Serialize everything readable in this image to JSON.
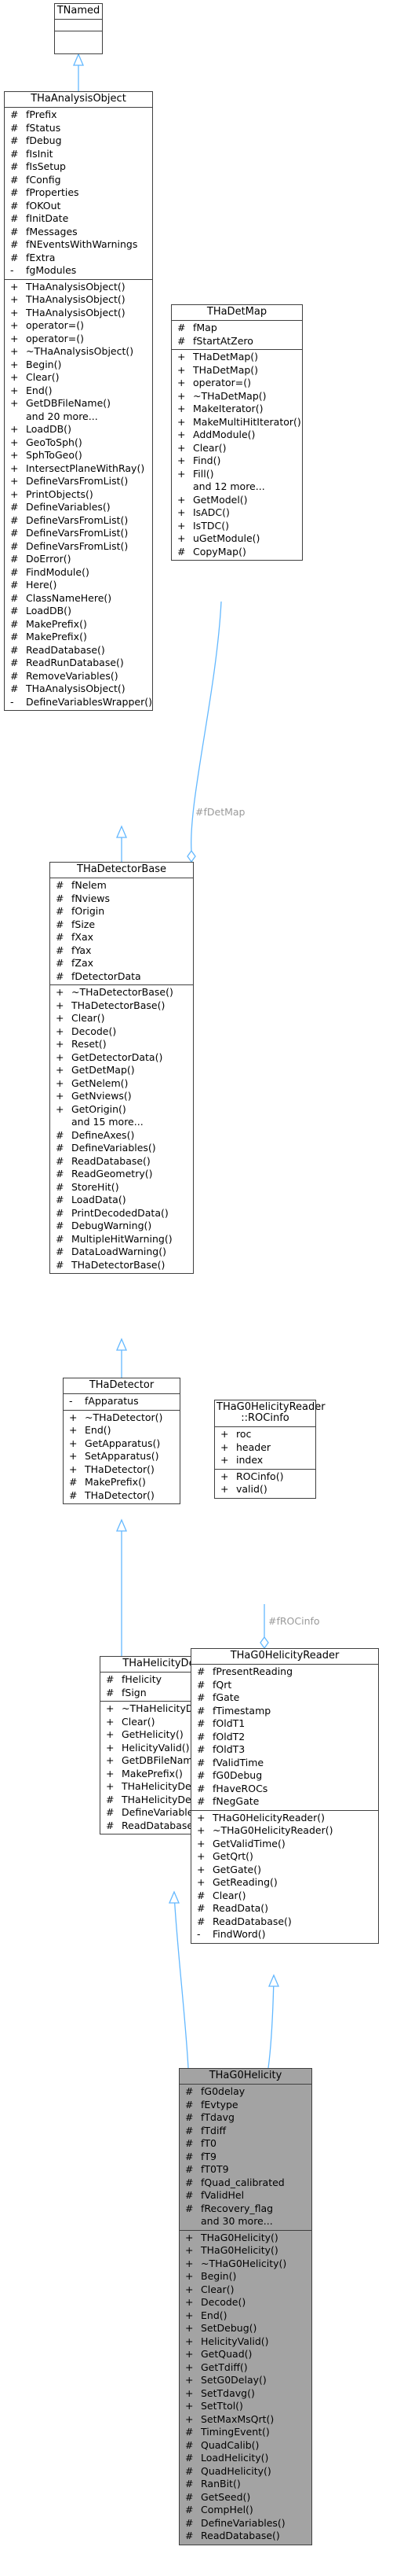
{
  "diagram": {
    "classes": {
      "tnamed": {
        "title": "TNamed",
        "attributes": [],
        "methods": []
      },
      "thaanalysisobject": {
        "title": "THaAnalysisObject",
        "attributes": [
          [
            "#",
            "fPrefix"
          ],
          [
            "#",
            "fStatus"
          ],
          [
            "#",
            "fDebug"
          ],
          [
            "#",
            "fIsInit"
          ],
          [
            "#",
            "fIsSetup"
          ],
          [
            "#",
            "fConfig"
          ],
          [
            "#",
            "fProperties"
          ],
          [
            "#",
            "fOKOut"
          ],
          [
            "#",
            "fInitDate"
          ],
          [
            "#",
            "fMessages"
          ],
          [
            "#",
            "fNEventsWithWarnings"
          ],
          [
            "#",
            "fExtra"
          ],
          [
            "-",
            "fgModules"
          ]
        ],
        "methods": [
          [
            "+",
            "THaAnalysisObject()"
          ],
          [
            "+",
            "THaAnalysisObject()"
          ],
          [
            "+",
            "THaAnalysisObject()"
          ],
          [
            "+",
            "operator=()"
          ],
          [
            "+",
            "operator=()"
          ],
          [
            "+",
            "~THaAnalysisObject()"
          ],
          [
            "+",
            "Begin()"
          ],
          [
            "+",
            "Clear()"
          ],
          [
            "+",
            "End()"
          ],
          [
            "+",
            "GetDBFileName()"
          ],
          [
            "",
            "and 20 more..."
          ],
          [
            "+",
            "LoadDB()"
          ],
          [
            "+",
            "GeoToSph()"
          ],
          [
            "+",
            "SphToGeo()"
          ],
          [
            "+",
            "IntersectPlaneWithRay()"
          ],
          [
            "+",
            "DefineVarsFromList()"
          ],
          [
            "+",
            "PrintObjects()"
          ],
          [
            "#",
            "DefineVariables()"
          ],
          [
            "#",
            "DefineVarsFromList()"
          ],
          [
            "#",
            "DefineVarsFromList()"
          ],
          [
            "#",
            "DefineVarsFromList()"
          ],
          [
            "#",
            "DoError()"
          ],
          [
            "#",
            "FindModule()"
          ],
          [
            "#",
            "Here()"
          ],
          [
            "#",
            "ClassNameHere()"
          ],
          [
            "#",
            "LoadDB()"
          ],
          [
            "#",
            "MakePrefix()"
          ],
          [
            "#",
            "MakePrefix()"
          ],
          [
            "#",
            "ReadDatabase()"
          ],
          [
            "#",
            "ReadRunDatabase()"
          ],
          [
            "#",
            "RemoveVariables()"
          ],
          [
            "#",
            "THaAnalysisObject()"
          ],
          [
            "-",
            "DefineVariablesWrapper()"
          ]
        ]
      },
      "thadetmap": {
        "title": "THaDetMap",
        "attributes": [
          [
            "#",
            "fMap"
          ],
          [
            "#",
            "fStartAtZero"
          ]
        ],
        "methods": [
          [
            "+",
            "THaDetMap()"
          ],
          [
            "+",
            "THaDetMap()"
          ],
          [
            "+",
            "operator=()"
          ],
          [
            "+",
            "~THaDetMap()"
          ],
          [
            "+",
            "MakeIterator()"
          ],
          [
            "+",
            "MakeMultiHitIterator()"
          ],
          [
            "+",
            "AddModule()"
          ],
          [
            "+",
            "Clear()"
          ],
          [
            "+",
            "Find()"
          ],
          [
            "+",
            "Fill()"
          ],
          [
            "",
            "and 12 more..."
          ],
          [
            "+",
            "GetModel()"
          ],
          [
            "+",
            "IsADC()"
          ],
          [
            "+",
            "IsTDC()"
          ],
          [
            "+",
            "uGetModule()"
          ],
          [
            "#",
            "CopyMap()"
          ]
        ]
      },
      "thadetectorbase": {
        "title": "THaDetectorBase",
        "attributes": [
          [
            "#",
            "fNelem"
          ],
          [
            "#",
            "fNviews"
          ],
          [
            "#",
            "fOrigin"
          ],
          [
            "#",
            "fSize"
          ],
          [
            "#",
            "fXax"
          ],
          [
            "#",
            "fYax"
          ],
          [
            "#",
            "fZax"
          ],
          [
            "#",
            "fDetectorData"
          ]
        ],
        "methods": [
          [
            "+",
            "~THaDetectorBase()"
          ],
          [
            "+",
            "THaDetectorBase()"
          ],
          [
            "+",
            "Clear()"
          ],
          [
            "+",
            "Decode()"
          ],
          [
            "+",
            "Reset()"
          ],
          [
            "+",
            "GetDetectorData()"
          ],
          [
            "+",
            "GetDetMap()"
          ],
          [
            "+",
            "GetNelem()"
          ],
          [
            "+",
            "GetNviews()"
          ],
          [
            "+",
            "GetOrigin()"
          ],
          [
            "",
            "and 15 more..."
          ],
          [
            "#",
            "DefineAxes()"
          ],
          [
            "#",
            "DefineVariables()"
          ],
          [
            "#",
            "ReadDatabase()"
          ],
          [
            "#",
            "ReadGeometry()"
          ],
          [
            "#",
            "StoreHit()"
          ],
          [
            "#",
            "LoadData()"
          ],
          [
            "#",
            "PrintDecodedData()"
          ],
          [
            "#",
            "DebugWarning()"
          ],
          [
            "#",
            "MultipleHitWarning()"
          ],
          [
            "#",
            "DataLoadWarning()"
          ],
          [
            "#",
            "THaDetectorBase()"
          ]
        ]
      },
      "thadetector": {
        "title": "THaDetector",
        "attributes": [
          [
            "-",
            "fApparatus"
          ]
        ],
        "methods": [
          [
            "+",
            "~THaDetector()"
          ],
          [
            "+",
            "End()"
          ],
          [
            "+",
            "GetApparatus()"
          ],
          [
            "+",
            "SetApparatus()"
          ],
          [
            "+",
            "THaDetector()"
          ],
          [
            "#",
            "MakePrefix()"
          ],
          [
            "#",
            "THaDetector()"
          ]
        ]
      },
      "rocinfo": {
        "title": "THaG0HelicityReader\n::ROCinfo",
        "attributes": [
          [
            "+",
            "roc"
          ],
          [
            "+",
            "header"
          ],
          [
            "+",
            "index"
          ]
        ],
        "methods": [
          [
            "+",
            "ROCinfo()"
          ],
          [
            "+",
            "valid()"
          ]
        ]
      },
      "thahelicitydet": {
        "title": "THaHelicityDet",
        "attributes": [
          [
            "#",
            "fHelicity"
          ],
          [
            "#",
            "fSign"
          ]
        ],
        "methods": [
          [
            "+",
            "~THaHelicityDet()"
          ],
          [
            "+",
            "Clear()"
          ],
          [
            "+",
            "GetHelicity()"
          ],
          [
            "+",
            "HelicityValid()"
          ],
          [
            "+",
            "GetDBFileName()"
          ],
          [
            "+",
            "MakePrefix()"
          ],
          [
            "+",
            "THaHelicityDet()"
          ],
          [
            "#",
            "THaHelicityDet()"
          ],
          [
            "#",
            "DefineVariables()"
          ],
          [
            "#",
            "ReadDatabase()"
          ]
        ]
      },
      "thag0helicityreader": {
        "title": "THaG0HelicityReader",
        "attributes": [
          [
            "#",
            "fPresentReading"
          ],
          [
            "#",
            "fQrt"
          ],
          [
            "#",
            "fGate"
          ],
          [
            "#",
            "fTimestamp"
          ],
          [
            "#",
            "fOldT1"
          ],
          [
            "#",
            "fOldT2"
          ],
          [
            "#",
            "fOldT3"
          ],
          [
            "#",
            "fValidTime"
          ],
          [
            "#",
            "fG0Debug"
          ],
          [
            "#",
            "fHaveROCs"
          ],
          [
            "#",
            "fNegGate"
          ]
        ],
        "methods": [
          [
            "+",
            "THaG0HelicityReader()"
          ],
          [
            "+",
            "~THaG0HelicityReader()"
          ],
          [
            "+",
            "GetValidTime()"
          ],
          [
            "+",
            "GetQrt()"
          ],
          [
            "+",
            "GetGate()"
          ],
          [
            "+",
            "GetReading()"
          ],
          [
            "#",
            "Clear()"
          ],
          [
            "#",
            "ReadData()"
          ],
          [
            "#",
            "ReadDatabase()"
          ],
          [
            "-",
            "FindWord()"
          ]
        ]
      },
      "thag0helicity": {
        "title": "THaG0Helicity",
        "attributes": [
          [
            "#",
            "fG0delay"
          ],
          [
            "#",
            "fEvtype"
          ],
          [
            "#",
            "fTdavg"
          ],
          [
            "#",
            "fTdiff"
          ],
          [
            "#",
            "fT0"
          ],
          [
            "#",
            "fT9"
          ],
          [
            "#",
            "fT0T9"
          ],
          [
            "#",
            "fQuad_calibrated"
          ],
          [
            "#",
            "fValidHel"
          ],
          [
            "#",
            "fRecovery_flag"
          ],
          [
            "",
            "and 30 more..."
          ]
        ],
        "methods": [
          [
            "+",
            "THaG0Helicity()"
          ],
          [
            "+",
            "THaG0Helicity()"
          ],
          [
            "+",
            "~THaG0Helicity()"
          ],
          [
            "+",
            "Begin()"
          ],
          [
            "+",
            "Clear()"
          ],
          [
            "+",
            "Decode()"
          ],
          [
            "+",
            "End()"
          ],
          [
            "+",
            "SetDebug()"
          ],
          [
            "+",
            "HelicityValid()"
          ],
          [
            "+",
            "GetQuad()"
          ],
          [
            "+",
            "GetTdiff()"
          ],
          [
            "+",
            "SetG0Delay()"
          ],
          [
            "+",
            "SetTdavg()"
          ],
          [
            "+",
            "SetTtol()"
          ],
          [
            "+",
            "SetMaxMsQrt()"
          ],
          [
            "#",
            "TimingEvent()"
          ],
          [
            "#",
            "QuadCalib()"
          ],
          [
            "#",
            "LoadHelicity()"
          ],
          [
            "#",
            "QuadHelicity()"
          ],
          [
            "#",
            "RanBit()"
          ],
          [
            "#",
            "GetSeed()"
          ],
          [
            "#",
            "CompHel()"
          ],
          [
            "#",
            "DefineVariables()"
          ],
          [
            "#",
            "ReadDatabase()"
          ]
        ]
      }
    },
    "edge_labels": {
      "detmap": "#fDetMap",
      "rocinfo": "#fROCinfo"
    }
  }
}
